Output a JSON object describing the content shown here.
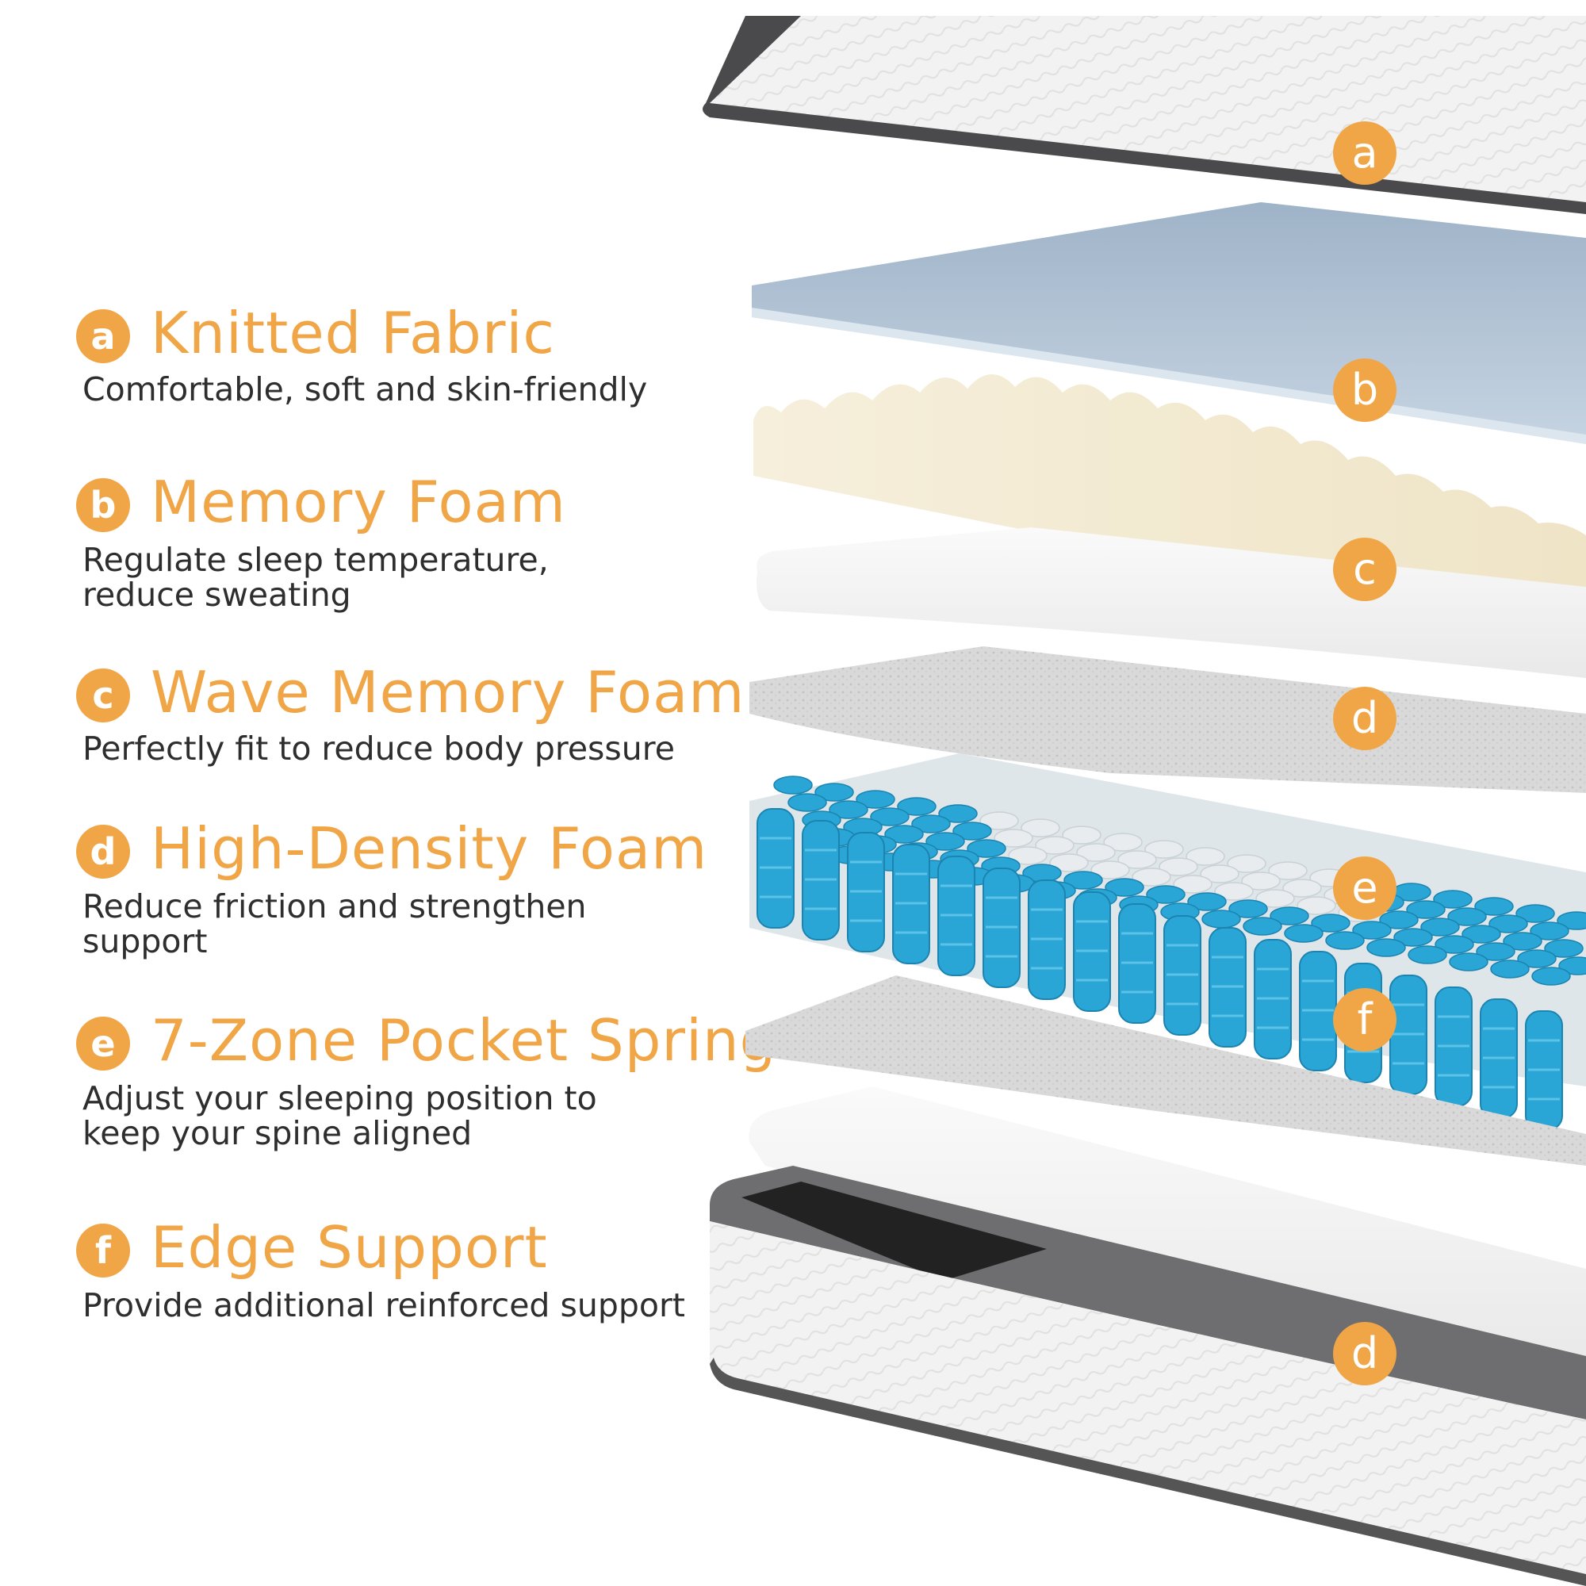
{
  "layers": [
    {
      "letter": "a",
      "title": "Knitted Fabric",
      "description_lines": [
        "Comfortable, soft and skin-friendly"
      ]
    },
    {
      "letter": "b",
      "title": "Memory Foam",
      "description_lines": [
        "Regulate sleep temperature,",
        "reduce sweating"
      ]
    },
    {
      "letter": "c",
      "title": "Wave Memory Foam",
      "description_lines": [
        "Perfectly fit to reduce body pressure"
      ]
    },
    {
      "letter": "d",
      "title": "High-Density Foam",
      "description_lines": [
        "Reduce friction and strengthen",
        "support"
      ]
    },
    {
      "letter": "e",
      "title": "7-Zone Pocket Spring",
      "description_lines": [
        "Adjust your sleeping position to",
        "keep your spine aligned"
      ]
    },
    {
      "letter": "f",
      "title": "Edge Support",
      "description_lines": [
        "Provide additional reinforced support"
      ]
    }
  ],
  "illustration_badges": [
    "a",
    "b",
    "c",
    "d",
    "e",
    "f",
    "d"
  ],
  "colors": {
    "accent": "#f0a646",
    "text": "#2e2e2e",
    "memory_foam": "#b7c8d8",
    "wave_foam": "#f1e8cf",
    "spring_blue": "#2aa6d6",
    "spring_white": "#e8ecee",
    "edge_gray": "#6e6e70",
    "fabric_white": "#f4f4f4"
  }
}
